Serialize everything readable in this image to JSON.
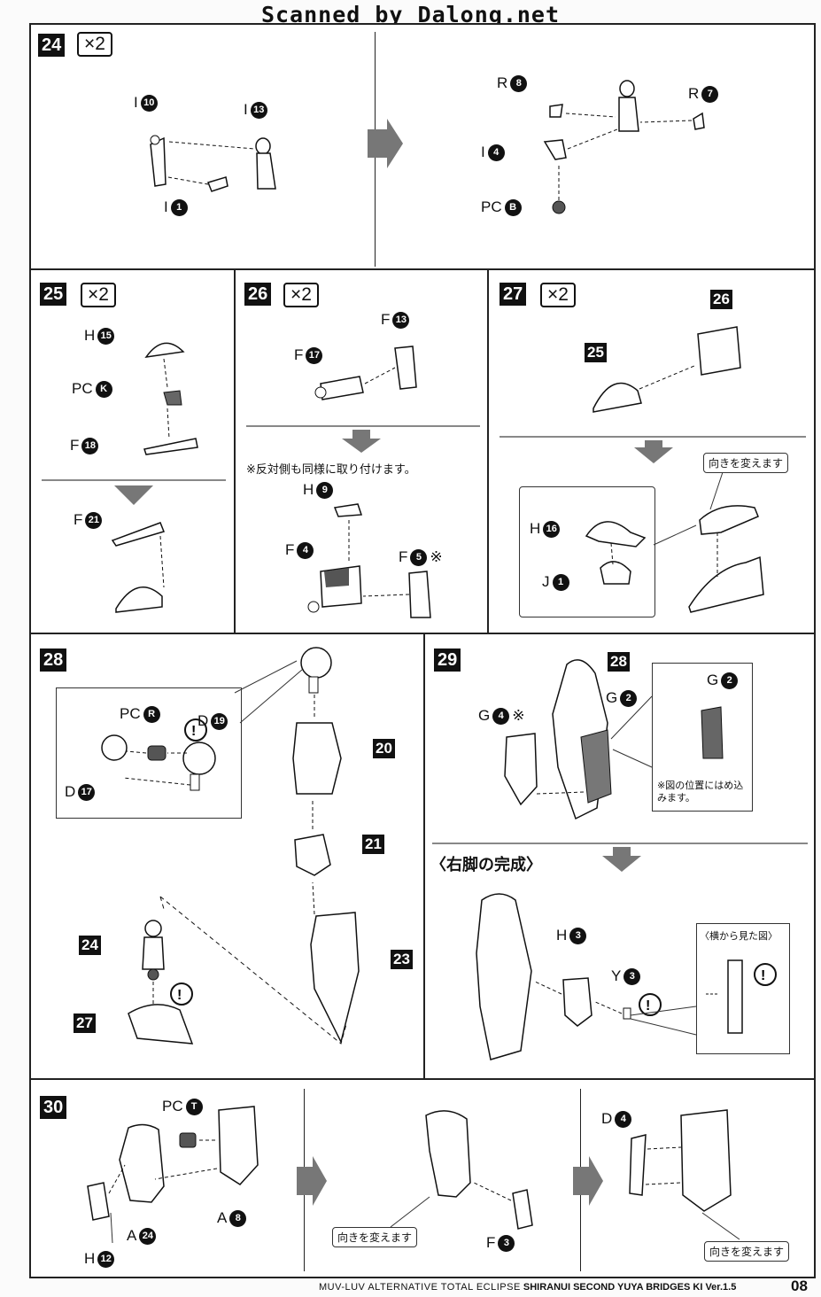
{
  "header": "Scanned by Dalong.net",
  "footer": {
    "series": "MUV-LUV ALTERNATIVE TOTAL ECLIPSE",
    "title": "SHIRANUI SECOND YUYA BRIDGES KI Ver.1.5",
    "page": "08"
  },
  "steps": {
    "s24": {
      "num": "24",
      "mult": "×2",
      "labels": [
        {
          "t": "I",
          "n": "10"
        },
        {
          "t": "I",
          "n": "13"
        },
        {
          "t": "I",
          "n": "1"
        },
        {
          "t": "R",
          "n": "8"
        },
        {
          "t": "R",
          "n": "7"
        },
        {
          "t": "I",
          "n": "4"
        },
        {
          "t": "PC",
          "n": "B"
        }
      ]
    },
    "s25": {
      "num": "25",
      "mult": "×2",
      "labels": [
        {
          "t": "H",
          "n": "15"
        },
        {
          "t": "PC",
          "n": "K"
        },
        {
          "t": "F",
          "n": "18"
        },
        {
          "t": "F",
          "n": "21"
        }
      ]
    },
    "s26": {
      "num": "26",
      "mult": "×2",
      "note": "※反対側も同様に取り付けます。",
      "labels": [
        {
          "t": "F",
          "n": "13"
        },
        {
          "t": "F",
          "n": "17"
        },
        {
          "t": "H",
          "n": "9"
        },
        {
          "t": "F",
          "n": "4"
        },
        {
          "t": "F",
          "n": "5"
        }
      ]
    },
    "s27": {
      "num": "27",
      "mult": "×2",
      "callout": "向きを変えます",
      "refs": [
        "26",
        "25"
      ],
      "labels": [
        {
          "t": "H",
          "n": "16"
        },
        {
          "t": "J",
          "n": "1"
        }
      ]
    },
    "s28": {
      "num": "28",
      "refs": [
        "20",
        "21",
        "23",
        "24",
        "27"
      ],
      "labels": [
        {
          "t": "PC",
          "n": "R"
        },
        {
          "t": "D",
          "n": "19"
        },
        {
          "t": "D",
          "n": "17"
        }
      ]
    },
    "s29": {
      "num": "29",
      "refs": [
        "28"
      ],
      "note": "※図の位置にはめ込みます。",
      "heading": "〈右脚の完成〉",
      "side_view": "〈横から見た図〉",
      "labels": [
        {
          "t": "G",
          "n": "4"
        },
        {
          "t": "G",
          "n": "2"
        },
        {
          "t": "G",
          "n": "2"
        },
        {
          "t": "H",
          "n": "3"
        },
        {
          "t": "Y",
          "n": "3"
        }
      ]
    },
    "s30": {
      "num": "30",
      "callout": "向きを変えます",
      "labels": [
        {
          "t": "PC",
          "n": "T"
        },
        {
          "t": "A",
          "n": "24"
        },
        {
          "t": "A",
          "n": "8"
        },
        {
          "t": "H",
          "n": "12"
        },
        {
          "t": "F",
          "n": "3"
        },
        {
          "t": "D",
          "n": "4"
        }
      ]
    }
  },
  "marks": {
    "asterisk": "※",
    "caution": "!"
  }
}
